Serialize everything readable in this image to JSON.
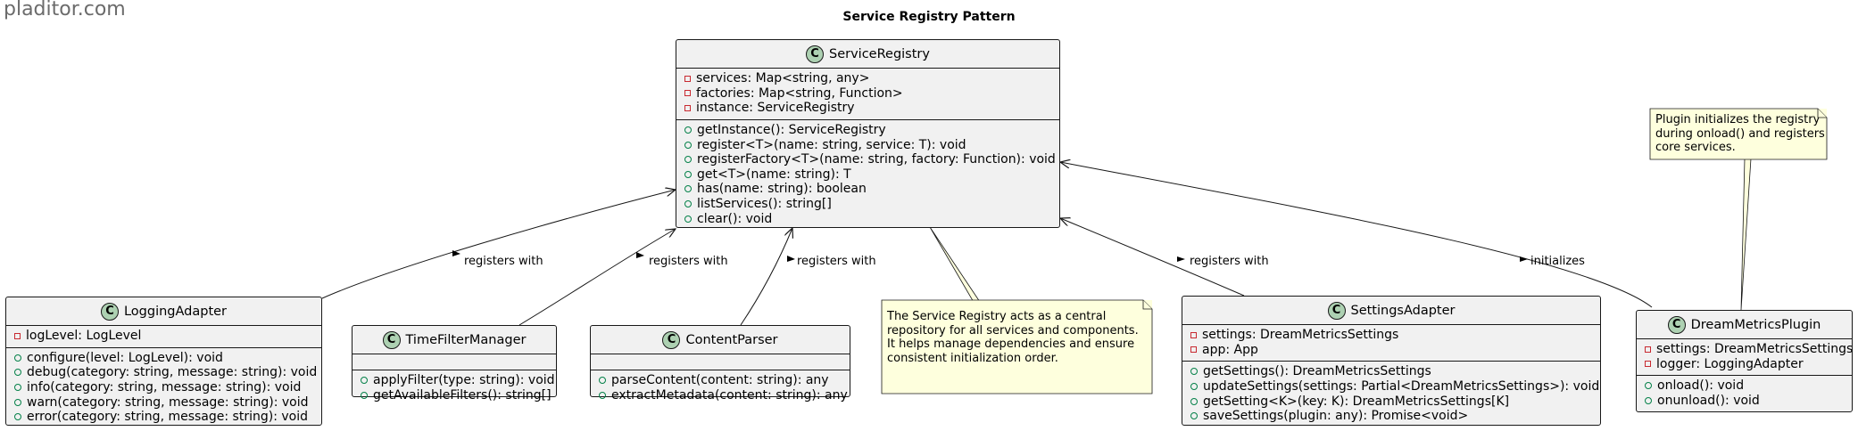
{
  "watermark": "pladitor.com",
  "title": "Service Registry Pattern",
  "classes": {
    "service_registry": {
      "name": "ServiceRegistry",
      "attributes": [
        "services: Map<string, any>",
        "factories: Map<string, Function>",
        "instance: ServiceRegistry"
      ],
      "methods": [
        "getInstance(): ServiceRegistry",
        "register<T>(name: string, service: T): void",
        "registerFactory<T>(name: string, factory: Function): void",
        "get<T>(name: string): T",
        "has(name: string): boolean",
        "listServices(): string[]",
        "clear(): void"
      ]
    },
    "logging_adapter": {
      "name": "LoggingAdapter",
      "attributes": [
        "logLevel: LogLevel"
      ],
      "methods": [
        "configure(level: LogLevel): void",
        "debug(category: string, message: string): void",
        "info(category: string, message: string): void",
        "warn(category: string, message: string): void",
        "error(category: string, message: string): void"
      ]
    },
    "time_filter_manager": {
      "name": "TimeFilterManager",
      "attributes": [],
      "methods": [
        "applyFilter(type: string): void",
        "getAvailableFilters(): string[]"
      ]
    },
    "content_parser": {
      "name": "ContentParser",
      "attributes": [],
      "methods": [
        "parseContent(content: string): any",
        "extractMetadata(content: string): any"
      ]
    },
    "settings_adapter": {
      "name": "SettingsAdapter",
      "attributes": [
        "settings: DreamMetricsSettings",
        "app: App"
      ],
      "methods": [
        "getSettings(): DreamMetricsSettings",
        "updateSettings(settings: Partial<DreamMetricsSettings>): void",
        "getSetting<K>(key: K): DreamMetricsSettings[K]",
        "saveSettings(plugin: any): Promise<void>"
      ]
    },
    "dream_metrics_plugin": {
      "name": "DreamMetricsPlugin",
      "attributes": [
        "settings: DreamMetricsSettings",
        "logger: LoggingAdapter"
      ],
      "methods": [
        "onload(): void",
        "onunload(): void"
      ]
    }
  },
  "class_icon_letter": "C",
  "notes": {
    "registry_note": [
      "The Service Registry acts as a central",
      "repository for all services and components.",
      "It helps manage dependencies and ensure",
      "consistent initialization order."
    ],
    "plugin_note": [
      "Plugin initializes the registry",
      "during onload() and registers",
      "core services."
    ]
  },
  "edge_labels": {
    "logging": "registers with",
    "time_filter": "registers with",
    "content": "registers with",
    "settings": "registers with",
    "plugin": "initializes"
  },
  "colors": {
    "class_bg": "#f1f1f1",
    "class_icon": "#add1b2",
    "note_bg": "#feffdd",
    "private_marker": "#c82930",
    "public_marker": "#038048",
    "line": "#181818"
  }
}
